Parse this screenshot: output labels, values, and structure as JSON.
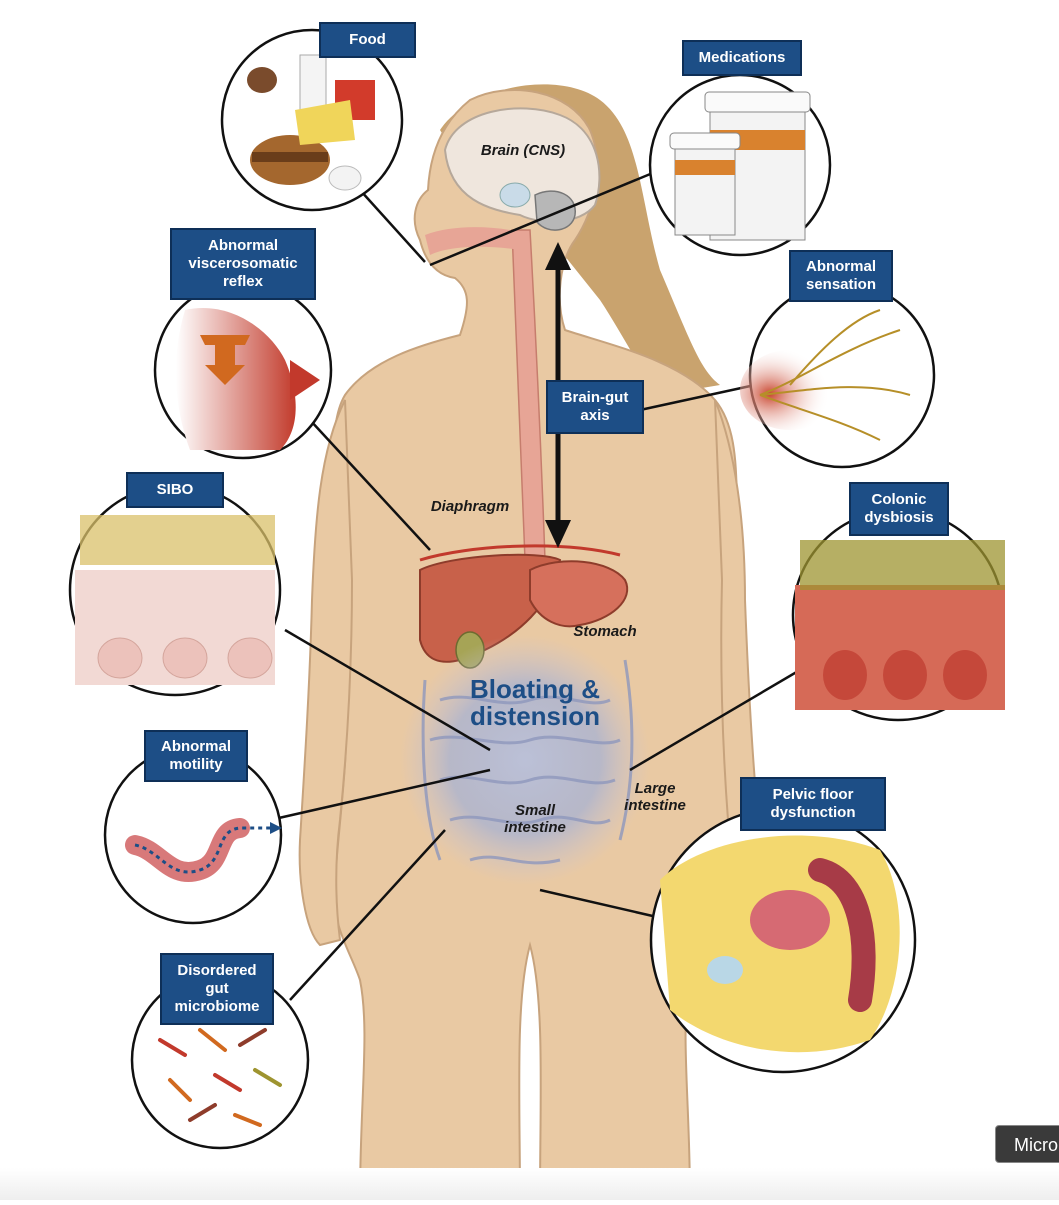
{
  "boxes": {
    "food": "Food",
    "medications": "Medications",
    "viscerosomatic": "Abnormal\nviscerosomatic\nreflex",
    "sensation": "Abnormal\nsensation",
    "brain_gut": "Brain-gut\naxis",
    "sibo": "SIBO",
    "colonic": "Colonic\ndysbiosis",
    "motility": "Abnormal\nmotility",
    "pelvic": "Pelvic floor\ndysfunction",
    "microbiome": "Disordered\ngut\nmicrobiome"
  },
  "organs": {
    "brain": "Brain (CNS)",
    "diaphragm": "Diaphragm",
    "stomach": "Stomach",
    "large_intestine": "Large\nintestine",
    "small_intestine": "Small\nintestine"
  },
  "center_title": "Bloating &\ndistension",
  "taskbar_text": "Micro",
  "colors": {
    "label_bg": "#1d4e86",
    "skin": "#e9c9a3",
    "hair": "#c9a36e",
    "liver": "#c8614a",
    "intestine_glow": "#9aa6c8"
  }
}
